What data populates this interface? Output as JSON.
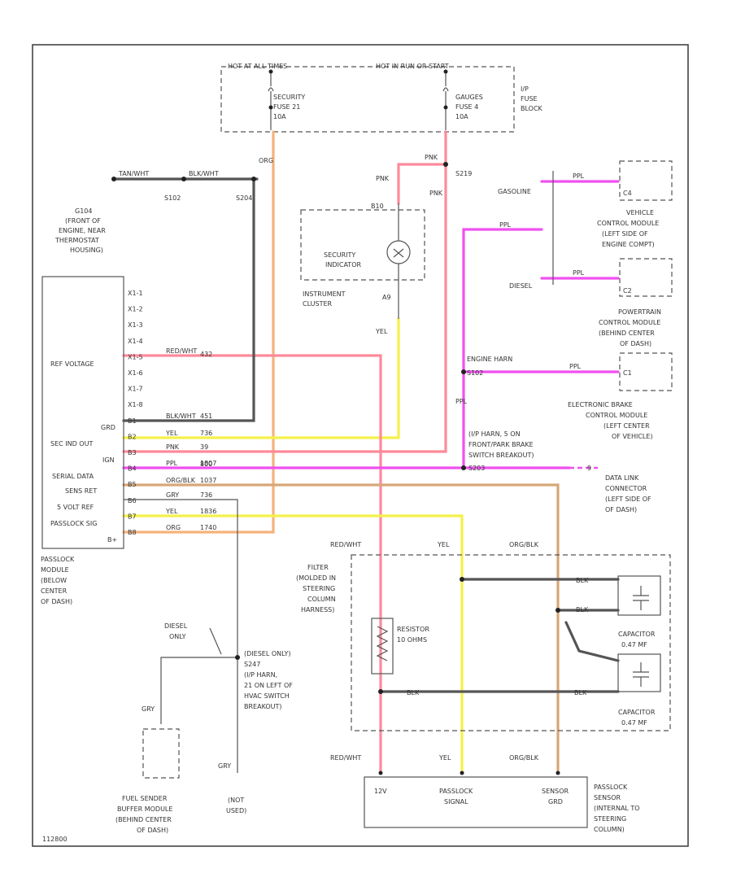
{
  "colors": {
    "orange": "#f5b27a",
    "pink": "#ff8a9a",
    "magenta": "#f050f0",
    "yellow": "#f5f04a",
    "tan": "#d7a679",
    "gray": "#555555",
    "darkgray": "#555555",
    "black": "#333333"
  },
  "fuse_block": {
    "hot_all_times": "HOT AT ALL TIMES",
    "hot_run_start": "HOT IN RUN OR START",
    "fuse_left": [
      "SECURITY",
      "FUSE 21",
      "10A"
    ],
    "fuse_right": [
      "GAUGES",
      "FUSE 4",
      "10A"
    ],
    "block_label": [
      "I/P",
      "FUSE",
      "BLOCK"
    ]
  },
  "ground": {
    "wire_a": "TAN/WHT",
    "wire_b": "BLK/WHT",
    "splice_a": "S102",
    "splice_b": "S204",
    "location": [
      "G104",
      "(FRONT OF",
      "ENGINE, NEAR",
      "THERMOSTAT",
      "HOUSING)"
    ]
  },
  "wires": {
    "org": "ORG",
    "pnk_a": "PNK",
    "pnk_b": "PNK",
    "pnk_splice": "S219",
    "ppl_a": "PPL",
    "ppl_b": "PPL",
    "ppl_c": "PPL",
    "ppl_d": "PPL",
    "yel": "YEL",
    "red_wht_left": "RED/WHT",
    "yel_left": "YEL",
    "org_blk_top": "ORG/BLK",
    "red_wht_bottom": "RED/WHT",
    "yel_bottom": "YEL",
    "org_blk_bottom": "ORG/BLK",
    "blk_a": "BLK",
    "blk_b": "BLK",
    "blk_c": "BLK",
    "blk_d": "BLK",
    "gry_a": "GRY",
    "gry_b": "GRY"
  },
  "cluster": {
    "conn": "B10",
    "indicator": [
      "SECURITY",
      "INDICATOR"
    ],
    "name": [
      "INSTRUMENT",
      "CLUSTER"
    ],
    "pin": "A9"
  },
  "right_modules": {
    "gasoline": "GASOLINE",
    "diesel": "DIESEL",
    "c4": "C4",
    "c2": "C2",
    "c1": "C1",
    "vcm": [
      "VEHICLE",
      "CONTROL MODULE",
      "(LEFT SIDE OF",
      "ENGINE COMPT)"
    ],
    "pcm": [
      "POWERTRAIN",
      "CONTROL MODULE",
      "(BEHIND CENTER",
      "OF DASH)"
    ],
    "engine_harn": "ENGINE HARN",
    "s102": "S102",
    "ebcm": [
      "ELECTRONIC BRAKE",
      "CONTROL MODULE",
      "(LEFT CENTER",
      "OF VEHICLE)"
    ],
    "ip_harn": [
      "(I/P HARN, 5 ON",
      "FRONT/PARK BRAKE",
      "SWITCH BREAKOUT)"
    ],
    "s203": "S203",
    "dlc_pin": "9",
    "dlc": [
      "DATA LINK",
      "CONNECTOR",
      "(LEFT SIDE OF",
      "OF DASH)"
    ]
  },
  "module": {
    "pins": [
      "X1-1",
      "X1-2",
      "X1-3",
      "X1-4",
      "X1-5",
      "X1-6",
      "X1-7",
      "X1-8",
      "B1",
      "B2",
      "B3",
      "B4",
      "B5",
      "B6",
      "B7",
      "B8"
    ],
    "labels": {
      "ref": "REF VOLTAGE",
      "grd": "GRD",
      "sec": "SEC IND OUT",
      "ign": "IGN",
      "serial": "SERIAL DATA",
      "sens_ret": "SENS RET",
      "v5": "5 VOLT REF",
      "pass": "PASSLOCK SIG",
      "b_plus": "B+"
    },
    "lines": [
      {
        "wire": "RED/WHT",
        "ckt": "432"
      },
      {
        "wire": "BLK/WHT",
        "ckt": "451"
      },
      {
        "wire": "YEL",
        "ckt": "736"
      },
      {
        "wire": "PNK",
        "ckt": "39"
      },
      {
        "wire": "PPL",
        "ckt": "1807"
      },
      {
        "wire": "ORG/BLK",
        "ckt": "1037"
      },
      {
        "wire": "GRY",
        "ckt": "736"
      },
      {
        "wire": "YEL",
        "ckt": "1836"
      },
      {
        "wire": "ORG",
        "ckt": "1740"
      }
    ],
    "dlc_ckt": "800",
    "name": [
      "PASSLOCK",
      "MODULE",
      "(BELOW",
      "CENTER",
      "OF DASH)"
    ]
  },
  "diesel": {
    "label": [
      "DIESEL",
      "ONLY"
    ],
    "splice": [
      "(DIESEL ONLY)",
      "S247",
      "(I/P HARN,",
      "21 ON LEFT OF",
      "HVAC SWITCH",
      "BREAKOUT)"
    ],
    "fuel_sender": [
      "FUEL SENDER",
      "BUFFER MODULE",
      "(BEHIND CENTER",
      "OF DASH)"
    ],
    "not_used": [
      "(NOT",
      "USED)"
    ]
  },
  "filter": {
    "top_red": "RED/WHT",
    "top_yel": "YEL",
    "top_org": "ORG/BLK",
    "name": [
      "FILTER",
      "(MOLDED IN",
      "STEERING",
      "COLUMN",
      "HARNESS)"
    ],
    "resistor": [
      "RESISTOR",
      "10 OHMS"
    ],
    "cap1": [
      "CAPACITOR",
      "0.47 MF"
    ],
    "cap2": [
      "CAPACITOR",
      "0.47 MF"
    ]
  },
  "sensor": {
    "pins": [
      "12V",
      "PASSLOCK",
      "SIGNAL",
      "SENSOR",
      "GRD"
    ],
    "name": [
      "PASSLOCK",
      "SENSOR",
      "(INTERNAL TO",
      "STEERING",
      "COLUMN)"
    ]
  },
  "footer": "112800"
}
